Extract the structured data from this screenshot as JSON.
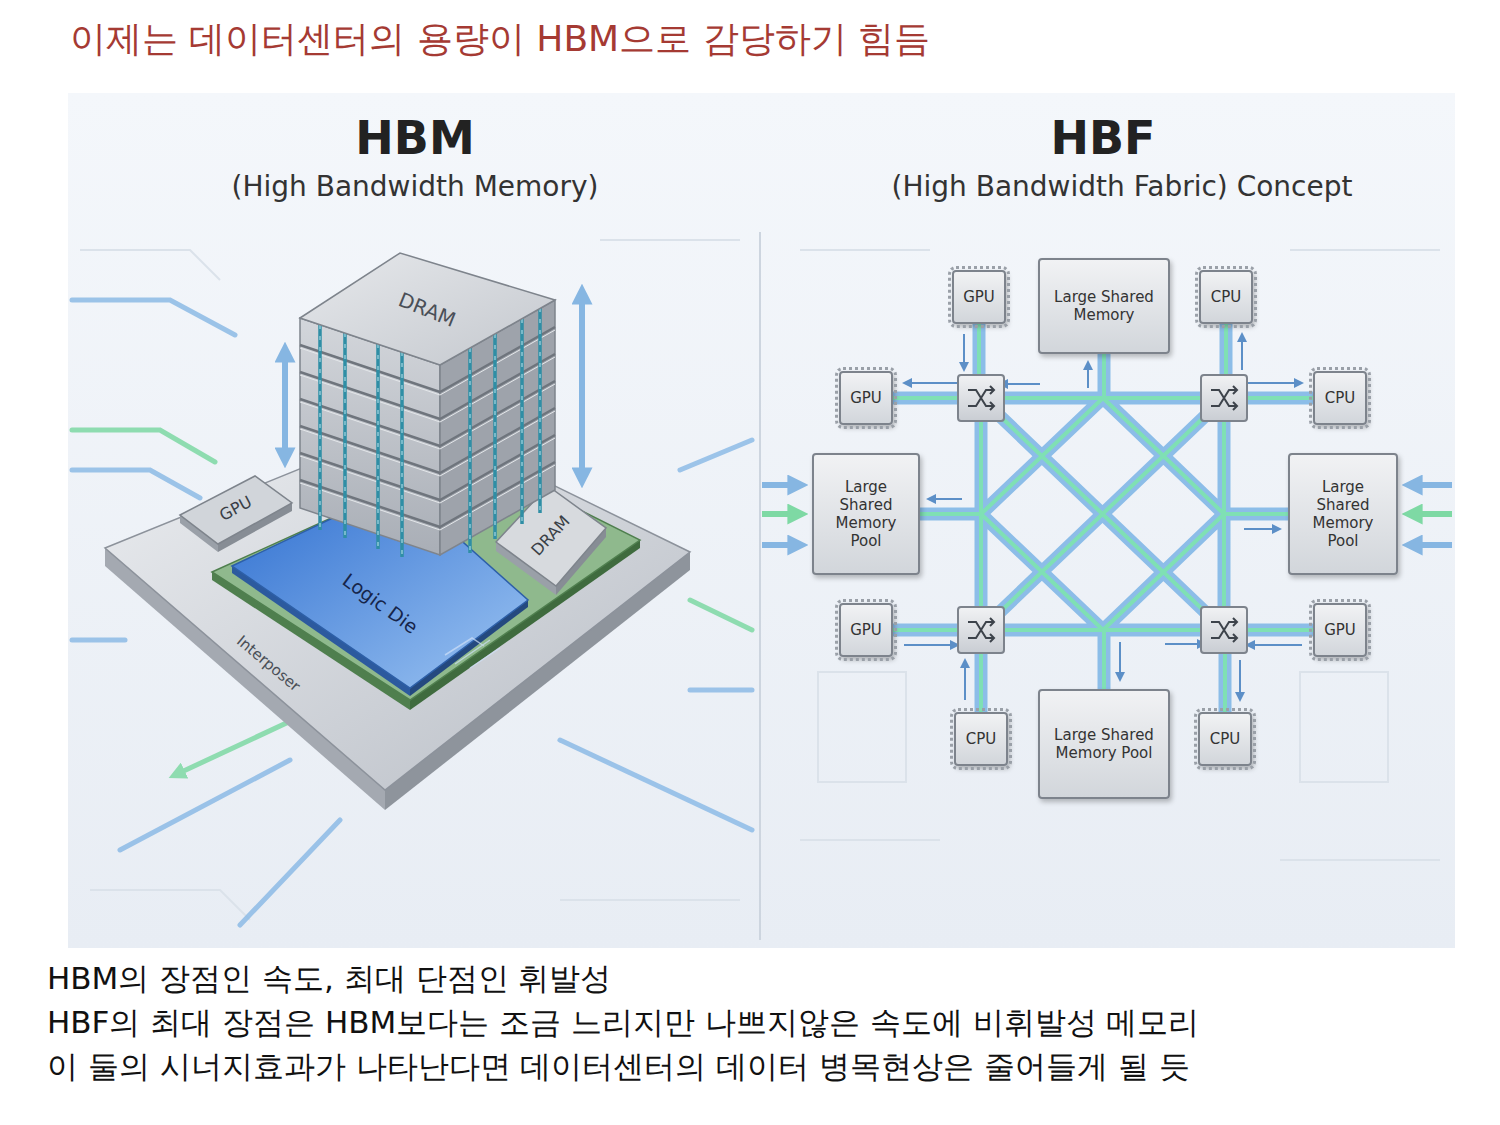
{
  "diagram": {
    "title": "이제는 데이터센터의 용량이 HBM으로 감당하기 힘듬",
    "nodes": [
      {
        "text": [
          "GPU"
        ]
      },
      {
        "text": [
          "Large Shared Memory"
        ]
      },
      {
        "text": [
          "CPU"
        ]
      },
      {
        "text": [
          "GPU"
        ]
      },
      {
        "text": [
          "CPU"
        ]
      },
      {
        "text": [
          "Large Shared Memory Pool"
        ]
      },
      {
        "text": [
          "Large Shared Memory Pool"
        ]
      },
      {
        "text": [
          "GPU"
        ]
      },
      {
        "text": [
          "GPU"
        ]
      },
      {
        "text": [
          "CPU"
        ]
      },
      {
        "text": [
          "Large Shared Memory Pool"
        ]
      },
      {
        "text": [
          "CPU"
        ]
      }
    ],
    "labels": [
      "HBM",
      "(High Bandwidth Memory)",
      "DRAM",
      "GPU",
      "DRAM",
      "Logic Die",
      "Interposer",
      "HBF",
      "(High Bandwidth Fabric) Concept",
      "HBM의 장점인 속도, 최대 단점인 휘발성",
      "HBF의 최대 장점은 HBM보다는 조금 느리지만 나쁘지않은 속도에 비휘발성 메모리",
      "이 둘의 시너지효과가 나타난다면 데이터센터의 데이터 병목현상은 줄어들게 될 듯"
    ]
  }
}
